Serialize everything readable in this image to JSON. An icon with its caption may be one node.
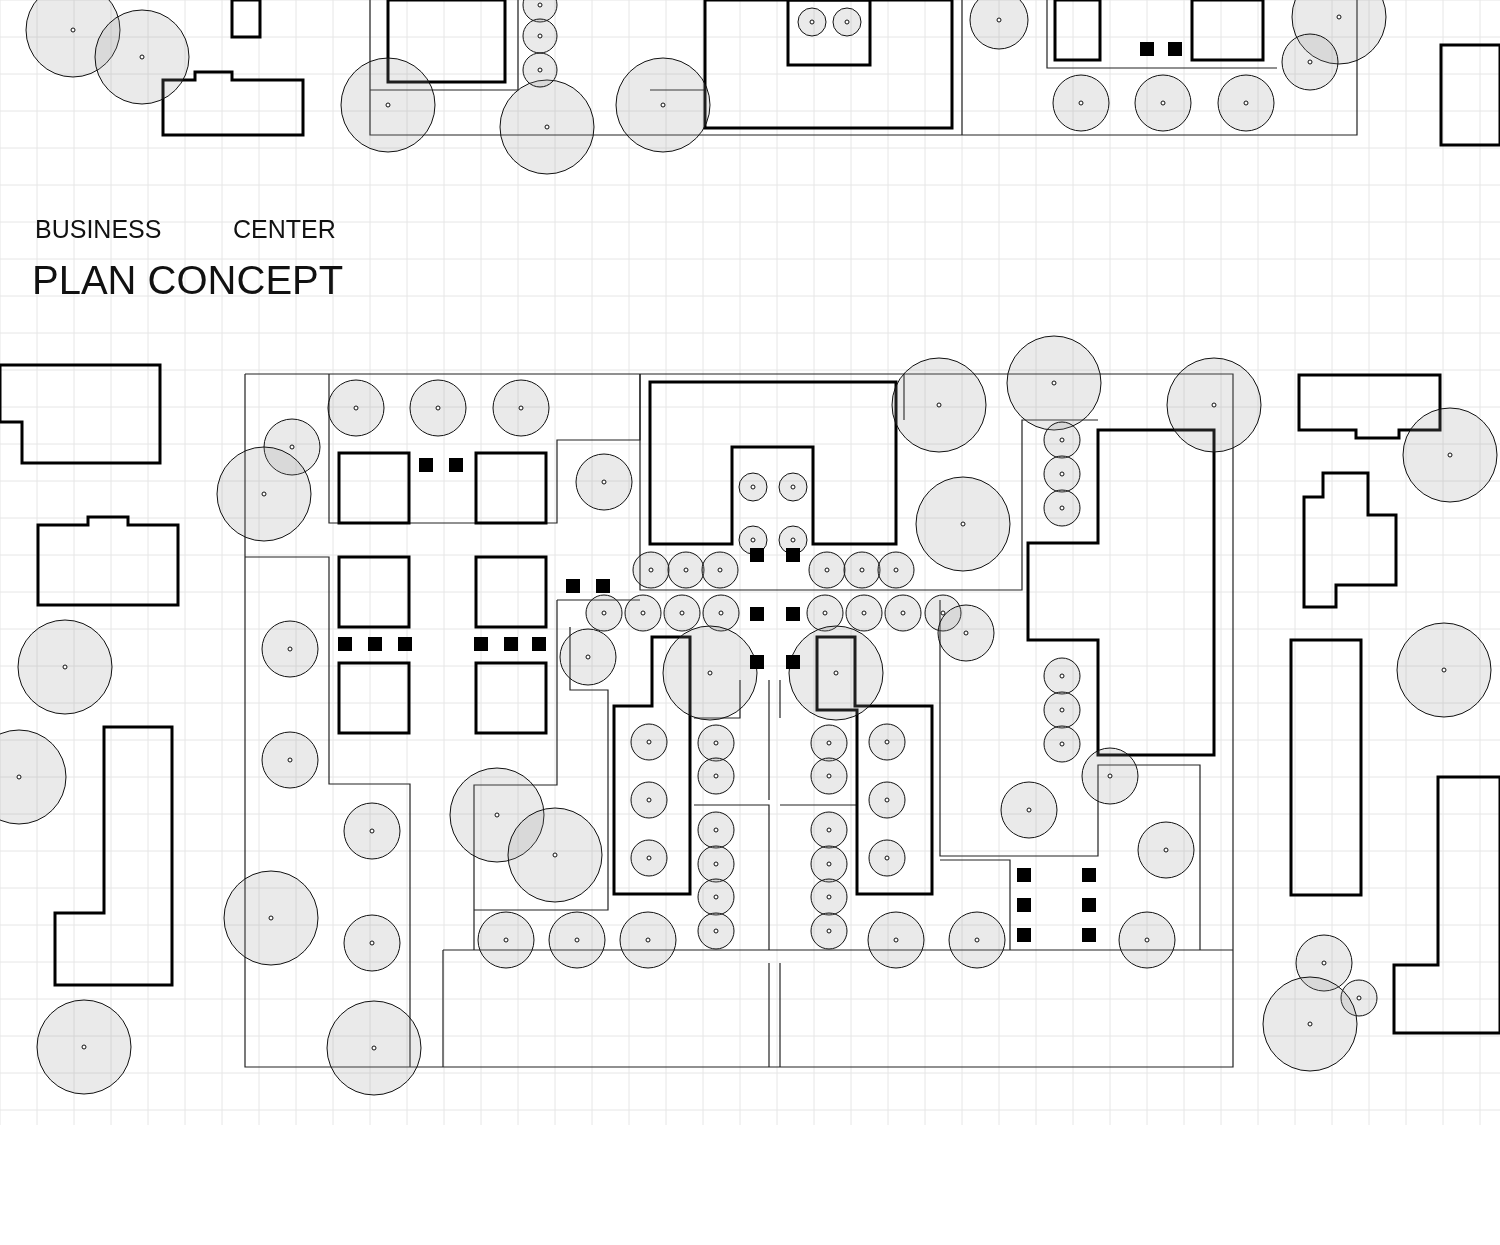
{
  "diagram": {
    "title": "PLAN CONCEPT",
    "labels": [
      "BUSINESS",
      "CENTER"
    ]
  }
}
